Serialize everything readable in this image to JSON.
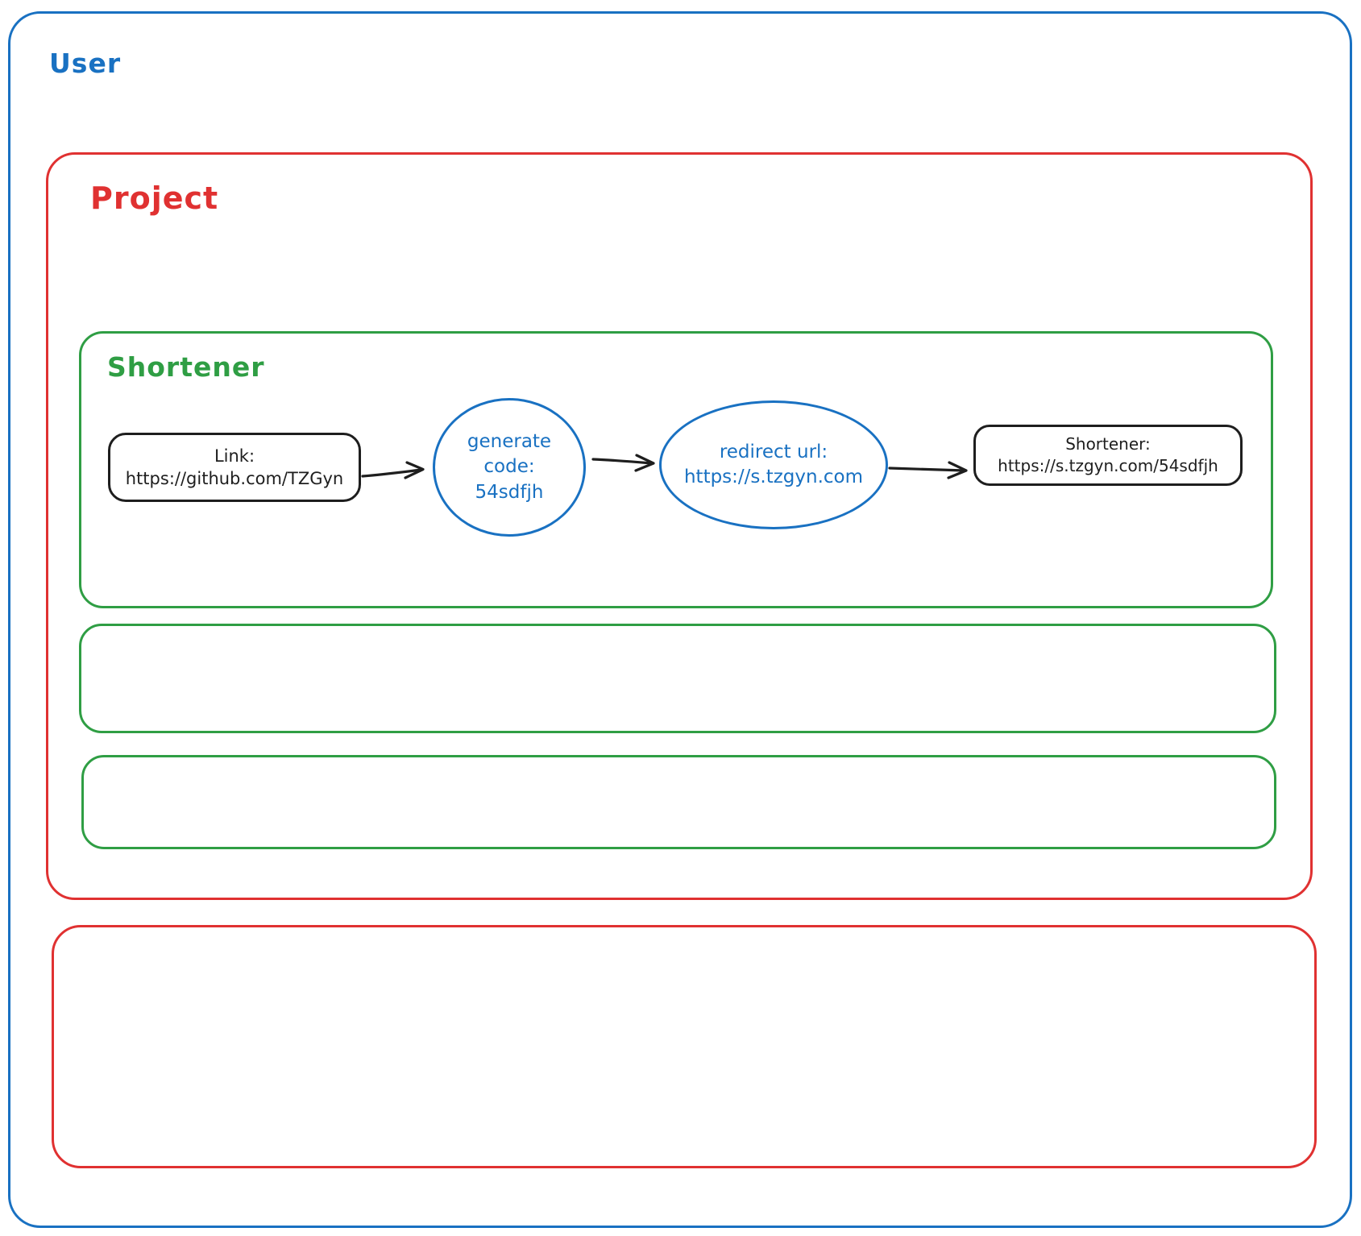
{
  "colors": {
    "blue": "#1971c2",
    "red": "#e03131",
    "green": "#2f9e44",
    "ink": "#1e1e1e"
  },
  "containers": {
    "user": {
      "label": "User"
    },
    "project": {
      "label": "Project"
    },
    "shortener": {
      "label": "Shortener"
    }
  },
  "flow": {
    "link_node": {
      "lines": [
        "Link:",
        "https://github.com/TZGyn"
      ]
    },
    "generate_code_node": {
      "lines": [
        "generate",
        "code:",
        "54sdfjh"
      ]
    },
    "redirect_url_node": {
      "lines": [
        "redirect url:",
        "https://s.tzgyn.com"
      ]
    },
    "shortener_result_node": {
      "lines": [
        "Shortener:",
        "https://s.tzgyn.com/54sdfjh"
      ]
    }
  }
}
